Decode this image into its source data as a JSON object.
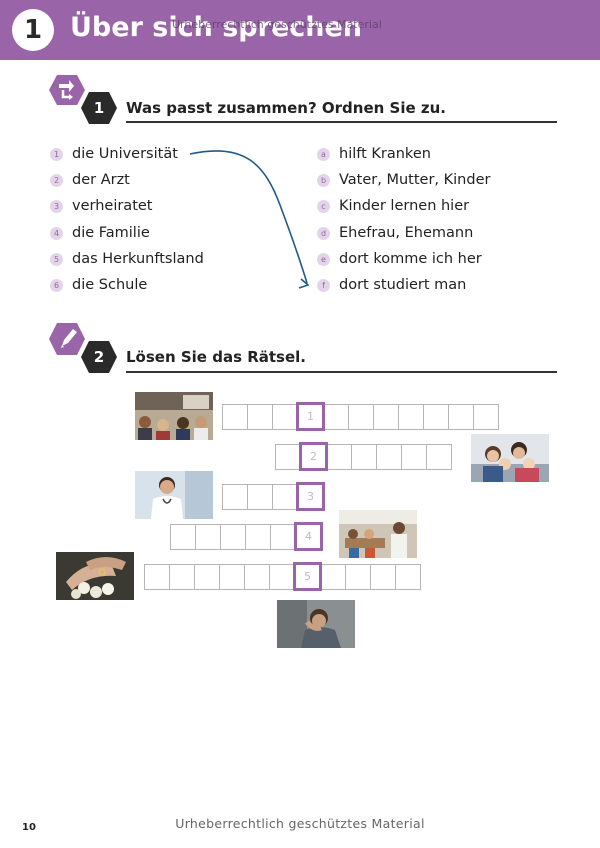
{
  "header": {
    "unit_number": "1",
    "title": "Über sich sprechen",
    "watermark": "Urheberrechtlich geschütztes Material"
  },
  "exercise1": {
    "number": "1",
    "title": "Was passt zusammen? Ordnen Sie zu.",
    "left_items": [
      {
        "key": "1",
        "text": "die Universität"
      },
      {
        "key": "2",
        "text": "der Arzt"
      },
      {
        "key": "3",
        "text": "verheiratet"
      },
      {
        "key": "4",
        "text": "die Familie"
      },
      {
        "key": "5",
        "text": "das Herkunftsland"
      },
      {
        "key": "6",
        "text": "die Schule"
      }
    ],
    "right_items": [
      {
        "key": "a",
        "text": "hilft Kranken"
      },
      {
        "key": "b",
        "text": "Vater, Mutter, Kinder"
      },
      {
        "key": "c",
        "text": "Kinder lernen hier"
      },
      {
        "key": "d",
        "text": "Ehefrau, Ehemann"
      },
      {
        "key": "e",
        "text": "dort komme ich her"
      },
      {
        "key": "f",
        "text": "dort studiert man"
      }
    ],
    "example_match": {
      "from": "1",
      "to": "f"
    }
  },
  "exercise2": {
    "number": "2",
    "title": "Lösen Sie das Rätsel.",
    "rows": [
      {
        "clue_number": "1",
        "cells": 11,
        "key_index": 3,
        "image": "lecture-hall-photo"
      },
      {
        "clue_number": "2",
        "cells": 7,
        "key_index": 1,
        "image": "family-photo"
      },
      {
        "clue_number": "3",
        "cells": 4,
        "key_index": 3,
        "image": "doctor-photo"
      },
      {
        "clue_number": "4",
        "cells": 6,
        "key_index": 5,
        "image": "classroom-photo"
      },
      {
        "clue_number": "5",
        "cells": 11,
        "key_index": 6,
        "image": "wedding-rings-photo"
      }
    ],
    "extra_image": "sad-man-photo"
  },
  "footer": {
    "page_number": "10",
    "note": "Urheberrechtlich geschütztes Material"
  },
  "colors": {
    "accent": "#9a64a8",
    "badge_bg": "#e4d4ea",
    "arrow": "#1f5a8a",
    "hex_dark": "#2a2a2a"
  }
}
